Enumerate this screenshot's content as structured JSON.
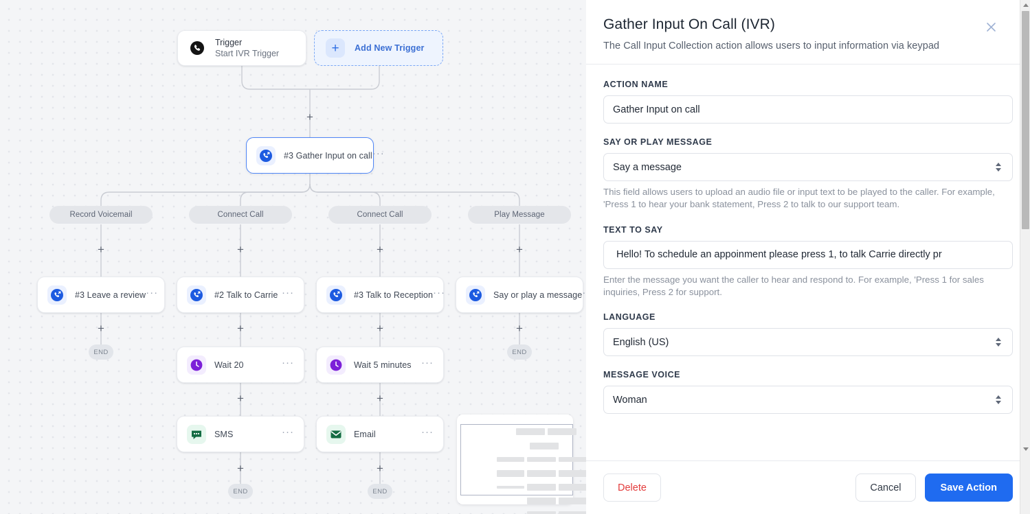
{
  "canvas": {
    "trigger_node": {
      "title": "Trigger",
      "subtitle": "Start IVR Trigger",
      "icon": "phone-circle-icon"
    },
    "add_trigger": {
      "label": "Add New Trigger",
      "icon": "plus-icon"
    },
    "selected_node": {
      "label": "#3 Gather Input on call",
      "icon": "phone-forward-icon",
      "menu": "···"
    },
    "branch_labels": [
      "Record Voicemail",
      "Connect Call",
      "Connect Call",
      "Play Message"
    ],
    "action_nodes": [
      {
        "label": "#3 Leave a review",
        "icon": "phone-forward-icon",
        "menu": "···"
      },
      {
        "label": "#2 Talk to Carrie",
        "icon": "phone-forward-icon",
        "menu": "···"
      },
      {
        "label": "#3 Talk to Reception",
        "icon": "phone-forward-icon",
        "menu": "···"
      },
      {
        "label": "Say or play a message",
        "icon": "phone-forward-icon",
        "menu": "···"
      }
    ],
    "wait_nodes": [
      {
        "label": "Wait 20",
        "icon": "clock-icon",
        "menu": "···"
      },
      {
        "label": "Wait 5 minutes",
        "icon": "clock-icon",
        "menu": "···"
      }
    ],
    "message_nodes": [
      {
        "label": "SMS",
        "icon": "chat-bubble-icon",
        "menu": "···"
      },
      {
        "label": "Email",
        "icon": "envelope-icon",
        "menu": "···"
      }
    ],
    "end_label": "END",
    "add_step_icon": "plus-icon",
    "colors": {
      "accent": "#1f6bf0",
      "node_blue": "#1c5ae0",
      "wait_purple": "#7c20d8",
      "message_green": "#146c43"
    }
  },
  "panel": {
    "title": "Gather Input On Call (IVR)",
    "subtitle": "The Call Input Collection action allows users to input information via keypad",
    "close_icon": "close-icon",
    "fields": [
      {
        "label": "ACTION NAME",
        "value": "Gather Input on call",
        "type": "text",
        "help": ""
      },
      {
        "label": "SAY OR PLAY MESSAGE",
        "value": "Say a message",
        "type": "select",
        "help": "This field allows users to upload an audio file or input text to be played to the caller. For example, 'Press 1 to hear your bank statement, Press 2 to talk to our support team."
      },
      {
        "label": "TEXT TO SAY",
        "value": "Hello! To schedule an appoinment please press 1, to talk Carrie directly pr",
        "type": "text",
        "help": "Enter the message you want the caller to hear and respond to. For example, 'Press 1 for sales inquiries, Press 2 for support."
      },
      {
        "label": "LANGUAGE",
        "value": "English (US)",
        "type": "select",
        "help": ""
      },
      {
        "label": "MESSAGE VOICE",
        "value": "Woman",
        "type": "select",
        "help": ""
      }
    ],
    "footer": {
      "delete_label": "Delete",
      "cancel_label": "Cancel",
      "save_label": "Save Action"
    }
  }
}
